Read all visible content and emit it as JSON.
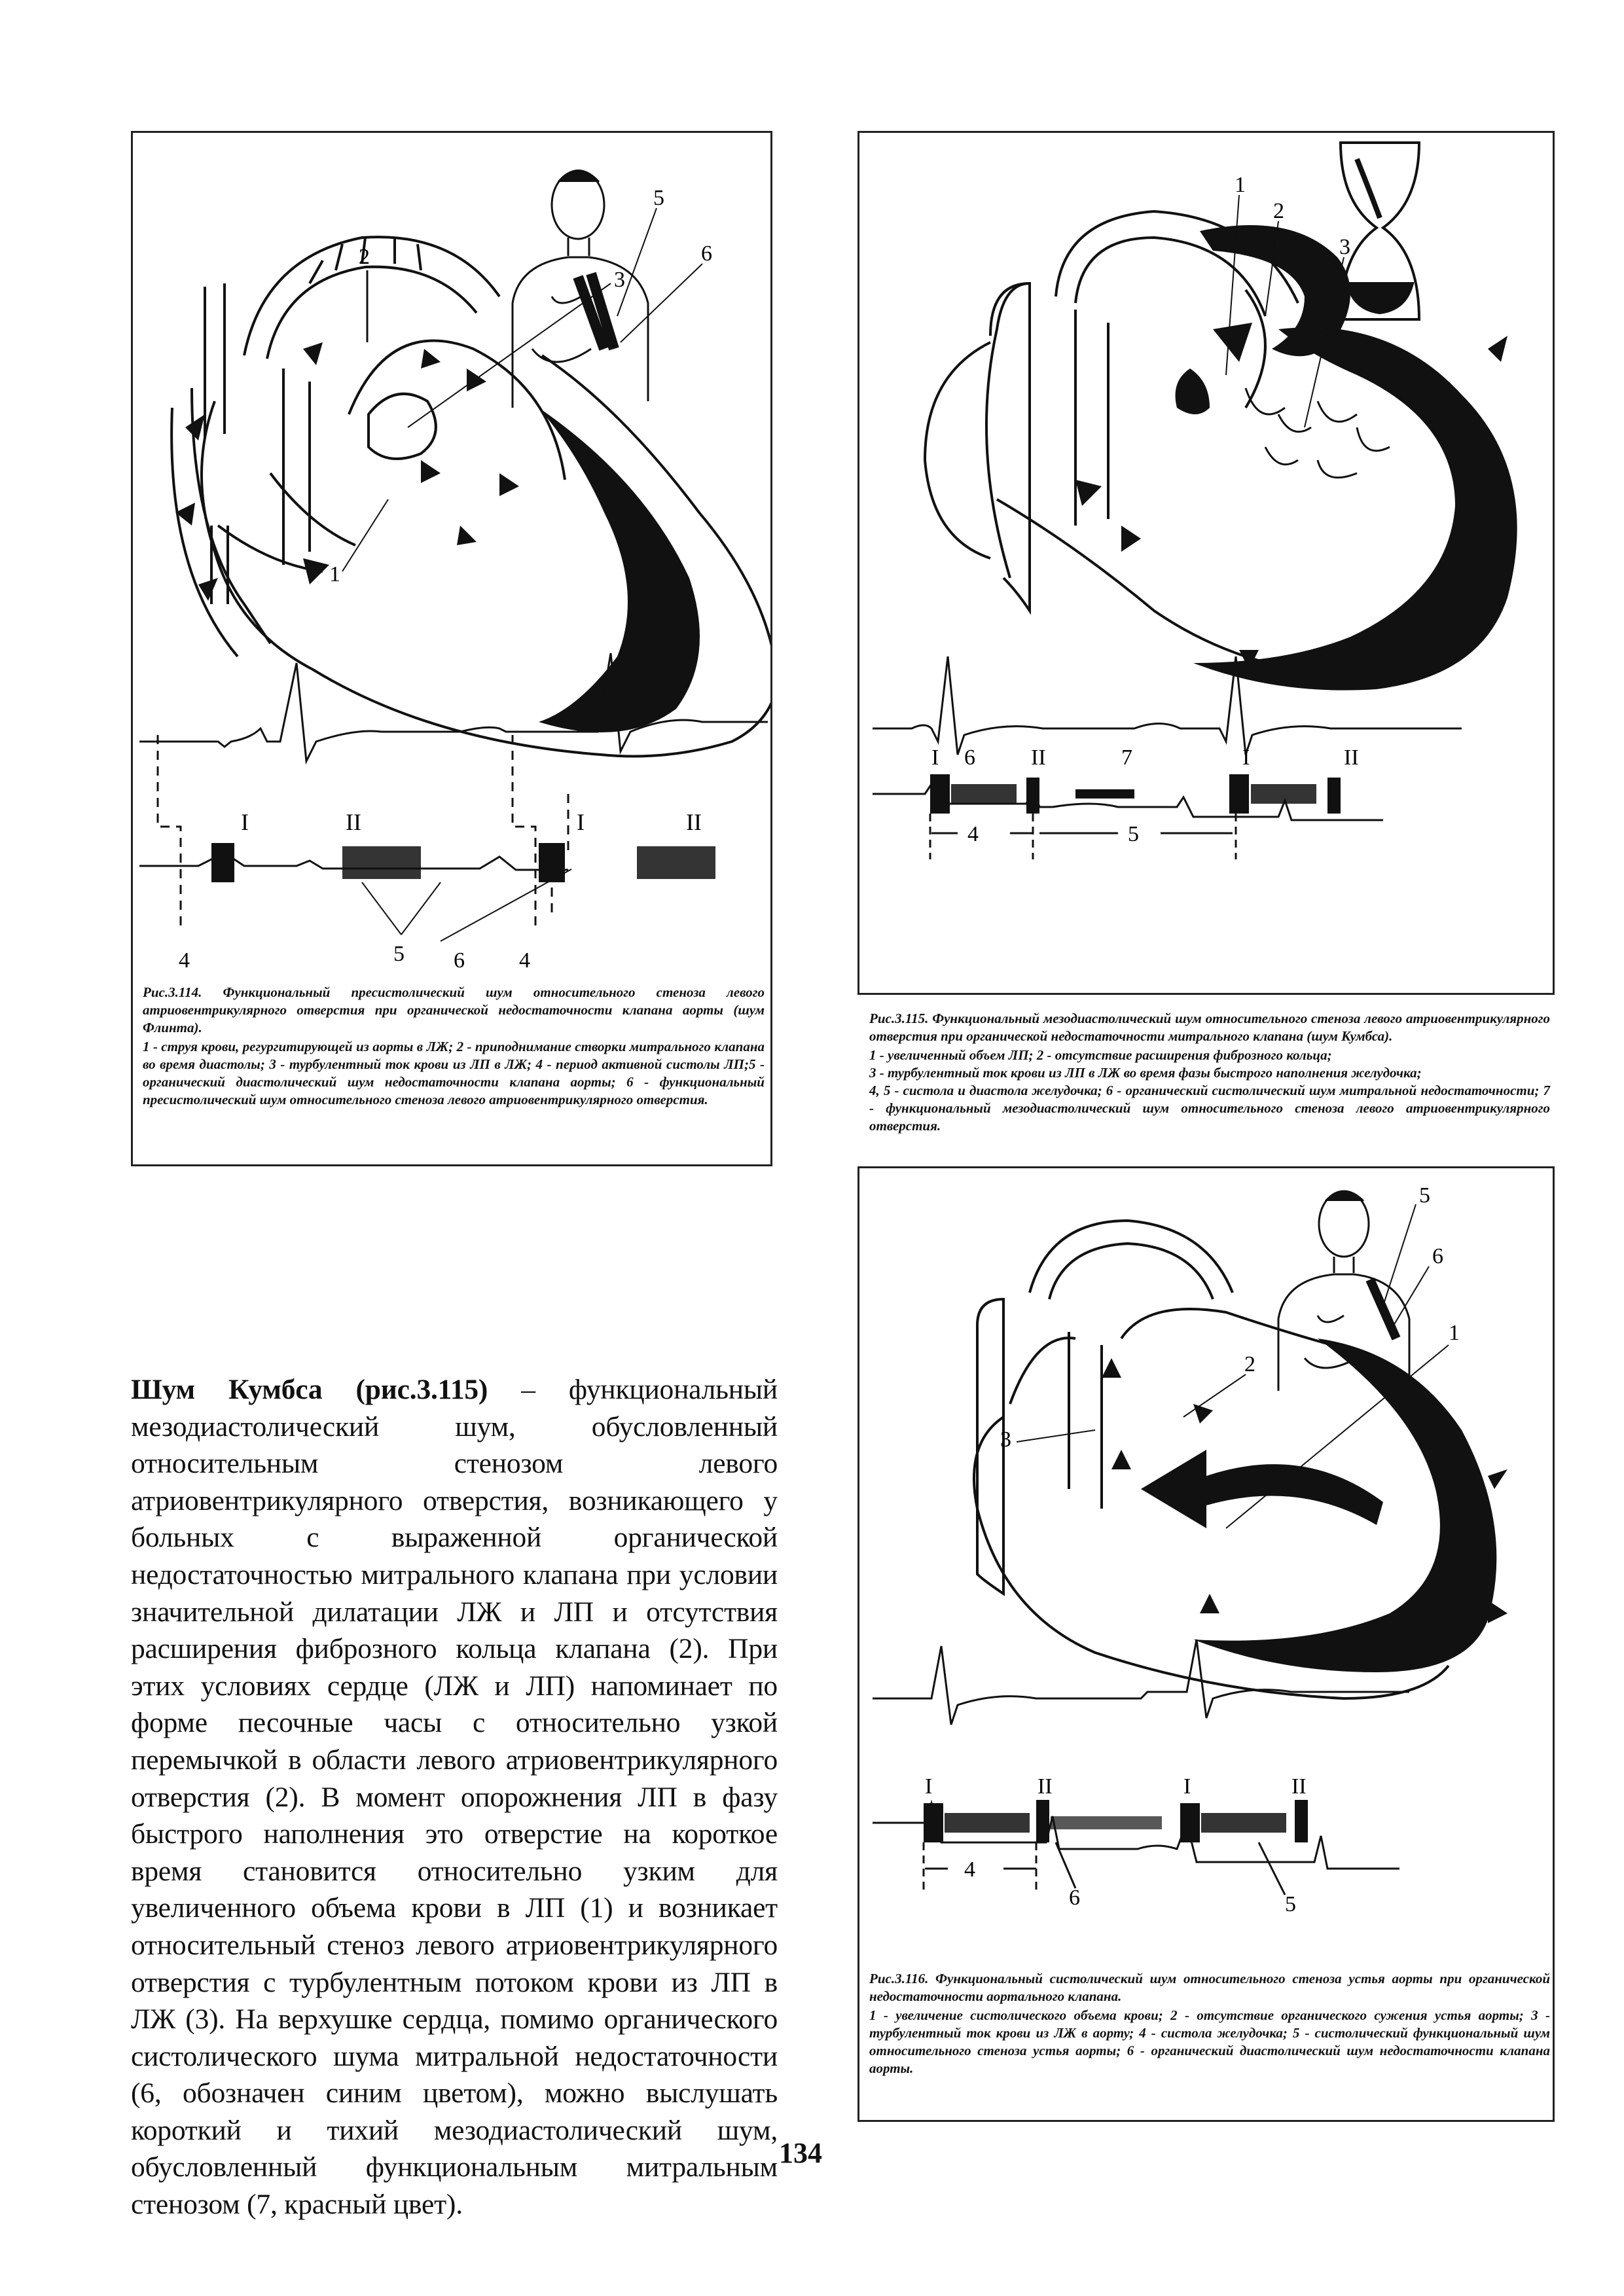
{
  "figures": [
    {
      "id": "fig-3-114",
      "labels": {
        "n1": "1",
        "n2": "2",
        "n3": "3",
        "n4a": "4",
        "n4b": "4",
        "n5a": "5",
        "n5b": "5",
        "n6a": "6",
        "n6b": "6",
        "tI1": "I",
        "tII1": "II",
        "tI2": "I",
        "tII2": "II"
      },
      "caption_title": "Рис.3.114. Функциональный пресистолический шум относительного стеноза левого атриовентрикулярного отверстия при органической недостаточности клапана аорты (шум Флинта).",
      "caption_legend": "1 - струя крови, регургитирующей из аорты в ЛЖ; 2 - приподнимание створки митрального клапана во время диастолы; 3 - турбулентный ток крови из ЛП в ЛЖ; 4 - период активной систолы ЛП;5 - органический диастолический шум недостаточности клапана аорты; 6 - функциональный пресистолический шум относительного стеноза левого атриовентрикулярного отверстия."
    },
    {
      "id": "fig-3-115",
      "labels": {
        "n1": "1",
        "n2": "2",
        "n3": "3",
        "n4": "4",
        "n5": "5",
        "n6": "6",
        "n7": "7",
        "tI1": "I",
        "tII1": "II",
        "tI2": "I",
        "tII2": "II"
      },
      "caption_title": "Рис.3.115. Функциональный мезодиастолический шум относительного стеноза левого атриовентрикулярного отверстия при органической недостаточности митрального клапана (шум Кумбса).",
      "caption_lines": [
        "1 - увеличенный объем ЛП; 2 - отсутствие расширения фиброзного кольца;",
        "3 - турбулентный ток крови из ЛП в ЛЖ во время фазы быстрого наполнения желудочка;",
        "4, 5 - систола и диастола желудочка; 6 - органический систолический шум митральной недостаточности; 7 - функциональный мезодиастолический шум относительного стеноза левого атриовентрикулярного отверстия."
      ]
    },
    {
      "id": "fig-3-116",
      "labels": {
        "n1": "1",
        "n2": "2",
        "n3": "3",
        "n4": "4",
        "n5a": "5",
        "n5b": "5",
        "n6a": "6",
        "n6b": "6",
        "tI1": "I",
        "tII1": "II",
        "tI2": "I",
        "tII2": "II"
      },
      "caption_title": "Рис.3.116. Функциональный систолический шум относительного стеноза устья аорты при органической недостаточности аортального клапана.",
      "caption_legend": "1 - увеличение систолического объема крови; 2 - отсутствие органического сужения устья аорты; 3 - турбулентный ток крови из ЛЖ в аорту; 4 - систола желудочка; 5 - систолический функциональный шум относительного стеноза устья аорты; 6 - органический диастолический шум недостаточности клапана аорты."
    }
  ],
  "body": {
    "lead": "Шум Кумбса (рис.3.115)",
    "text": " – функциональный мезодиастолический шум, обусловленный относительным стенозом левого атриовентрикулярного отверстия, возникающего у больных с выраженной органической недостаточностью митрального клапана при условии значительной дилатации ЛЖ и ЛП и отсутствия расширения фиброзного кольца клапана (2). При этих условиях сердце (ЛЖ и ЛП) напоминает по форме песочные часы с относительно узкой перемычкой в области левого атриовентрикулярного отверстия (2). В момент опорожнения ЛП в фазу быстрого наполнения это отверстие на короткое время становится относительно узким для увеличенного объема крови в ЛП (1) и возникает относительный стеноз левого атриовентрикулярного отверстия с турбулентным потоком крови из ЛП в ЛЖ (3). На верхушке сердца, помимо органического систолического шума митральной недостаточности (6, обозначен синим цветом), можно выслушать короткий и тихий мезодиастолический шум, обусловленный функциональным митральным стенозом (7, красный цвет)."
  },
  "page_number": "134"
}
